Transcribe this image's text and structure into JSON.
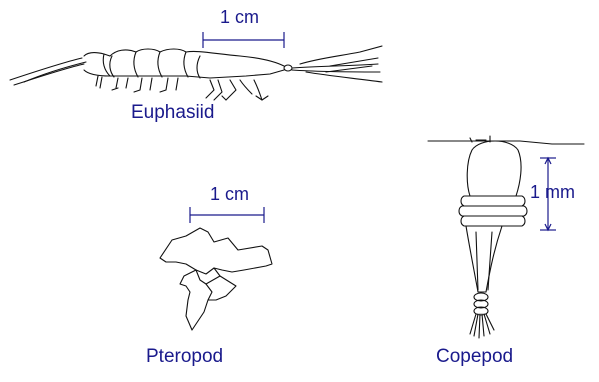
{
  "figure": {
    "organisms": [
      {
        "label": "Euphasiid",
        "scale": "1 cm"
      },
      {
        "label": "Pteropod",
        "scale": "1 cm"
      },
      {
        "label": "Copepod",
        "scale": "1 mm"
      }
    ]
  }
}
